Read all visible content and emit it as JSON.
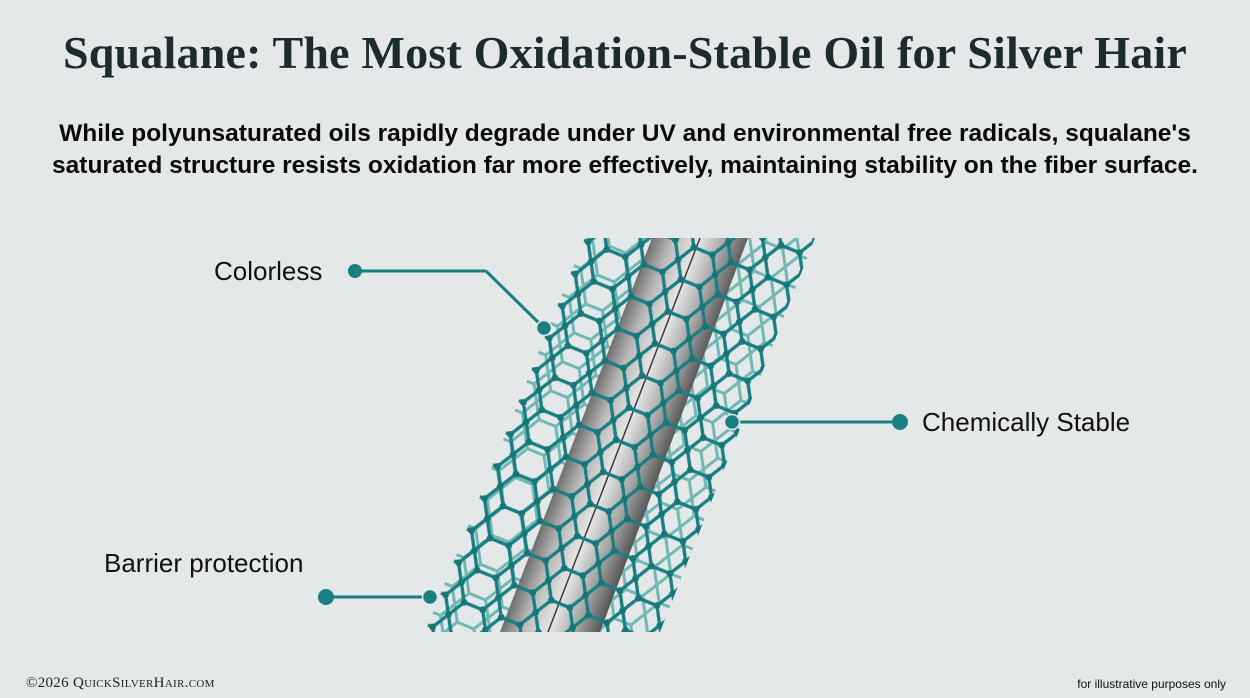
{
  "header": {
    "title": "Squalane: The Most Oxidation-Stable Oil for Silver Hair",
    "subtitle": "While polyunsaturated oils rapidly degrade under UV and environmental free radicals, squalane's saturated structure resists oxidation far more effectively, maintaining stability on the fiber surface."
  },
  "illustration": {
    "subject": "hair fiber wrapped in hexagonal molecular lattice",
    "colors": {
      "accent": "#1a7f80",
      "lattice_back": "#5fb0ad",
      "fiber": "#9a9a9a",
      "background": "#e4e8e8"
    },
    "callouts": [
      {
        "label": "Colorless",
        "side": "left"
      },
      {
        "label": "Chemically Stable",
        "side": "right"
      },
      {
        "label": "Barrier protection",
        "side": "left"
      }
    ]
  },
  "footer": {
    "copyright": "©2026 QuickSilverHair.com",
    "disclaimer": "for illustrative purposes only"
  }
}
